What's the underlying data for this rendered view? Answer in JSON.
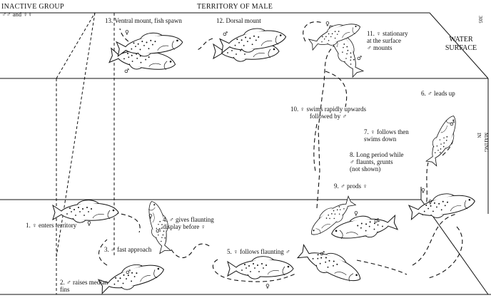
{
  "header": {
    "inactive_group": "INACTIVE GROUP",
    "inactive_sub": "♂♂ and ♀♀",
    "territory": "TERRITORY OF MALE",
    "water_surface": "WATER\nSURFACE"
  },
  "steps": {
    "s1": "1. ♀ enters territory",
    "s2": "2. ♂ raises median\nfins",
    "s3": "3. ♂ fast approach",
    "s4": "4. ♂ gives flaunting\ndisplay before ♀",
    "s5": "5. ♀ follows flaunting ♂",
    "s6": "6. ♂ leads up",
    "s7": "7. ♀ follows then\nswims down",
    "s8": "8. Long period while\n♂ flaunts, grunts\n(not shown)",
    "s9": "9. ♂ prods ♀",
    "s10": "10. ♀ swims rapidly upwards\nfollowed by ♂",
    "s11": "11. ♀ stationary\nat the surface\n♂ mounts",
    "s12": "12. Dorsal mount",
    "s13": "13. Ventral mount, fish spawn"
  },
  "sex_marks": {
    "male": "♂",
    "female": "♀"
  },
  "margin_text": {
    "top": "305",
    "side": "MATING IN"
  },
  "colors": {
    "ink": "#111111",
    "paper": "#ffffff"
  }
}
